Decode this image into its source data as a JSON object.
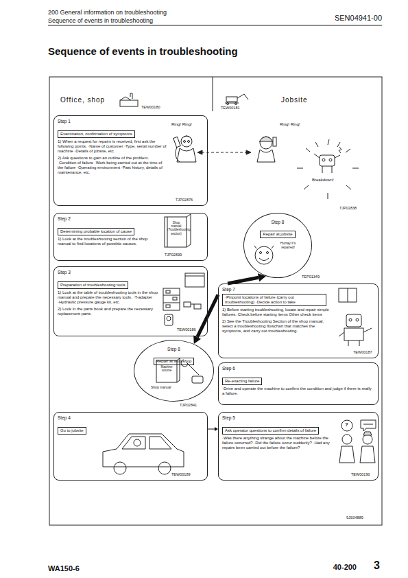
{
  "diagram": {
    "title": "Sequence of events in troubleshooting",
    "nodes": [
      {
        "text": [
          "Step 1",
          "Examination, confirmation of symptoms",
          "1) When a request for repairs is received, first ask the following points. ·Name of customer ·Type, serial number of machine ·Details of jobsite, etc.",
          "2) Ask questions to gain an outline of the problem. ·Condition of failure ·Work being carried out at the time of the failure ·Operating environment ·Past history, details of maintenance, etc."
        ]
      },
      {
        "text": [
          "Step 2",
          "Determining probable location of cause",
          "1) Look at the troubleshooting section of the shop manual to find locations of possible causes."
        ]
      },
      {
        "text": [
          "Step 3",
          "Preparation of troubleshooting tools",
          "1) Look at the table of troubleshooting tools in the shop manual and prepare the necessary tools. ·T-adapter ·Hydraulic pressure gauge kit, etc.",
          "2) Look in the parts book and prepare the necessary replacement parts."
        ]
      },
      {
        "text": [
          "Step 8",
          "Repair at workshop"
        ]
      },
      {
        "text": [
          "Step 4",
          "Go to jobsite"
        ]
      },
      {
        "text": [
          "Step 8",
          "Repair at jobsite"
        ]
      },
      {
        "text": [
          "Step 7",
          "·Pinpoint locations of failure (carry out troubleshooting) ·Decide action to take",
          "1) Before starting troubleshooting, locate and repair simple failures. Check before starting items Other check items",
          "2) See the Troubleshooting Section of the shop manual, select a troubleshooting flowchart that matches the symptoms, and carry out troubleshooting."
        ]
      },
      {
        "text": [
          "Step 6",
          "Re-enacting failure",
          "·Drive and operate the machine to confirm the condition and judge if there is really a failure."
        ]
      },
      {
        "text": [
          "Step 5",
          "Ask operator questions to confirm details of failure",
          "·Was there anything strange about the machine before the failure occurred? ·Did the failure occur suddenly? ·Had any repairs been carried out before the failure?"
        ]
      }
    ],
    "edges": [
      {
        "from": 6,
        "to": 5,
        "arrow": "to"
      },
      {
        "from": 6,
        "to": 3,
        "arrow": "to"
      },
      {
        "from": 4,
        "to": 8,
        "arrow": "to"
      }
    ],
    "labels": [
      "200 General information on troubleshooting",
      "Sequence of events in troubleshooting",
      "SEN04941-00",
      "Office, shop",
      "TEW00180",
      "Jobsite",
      "TEW00181",
      "Ring! Ring!",
      "TJP02876",
      "Ring! Ring!",
      "Breakdown!",
      "TJP02838",
      "Shop manual (Troubleshooting section)",
      "TJP02839",
      "Hurray it's repaired!",
      "TEP01349",
      "TEW00186",
      "TEW00187",
      "Machine volume",
      "Shop manual",
      "TJP02841",
      "TEW00189",
      "TEW00190",
      "9JS04889",
      "WA150-6",
      "40-200",
      "3",
      "?"
    ]
  }
}
